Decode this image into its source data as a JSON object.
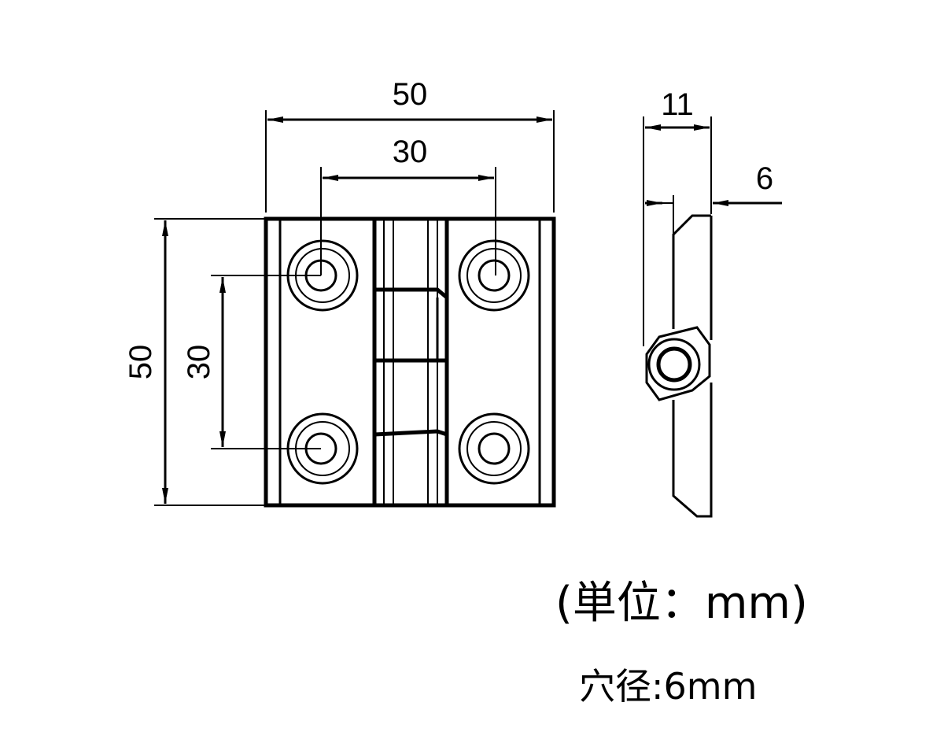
{
  "front_view": {
    "overall_width_label": "50",
    "hole_pitch_width_label": "30",
    "overall_height_label": "50",
    "hole_pitch_height_label": "30"
  },
  "side_view": {
    "thickness_label": "11",
    "plate_label": "6"
  },
  "notes": {
    "unit": "(単位：mm)",
    "hole_diameter": "穴径:6mm"
  }
}
